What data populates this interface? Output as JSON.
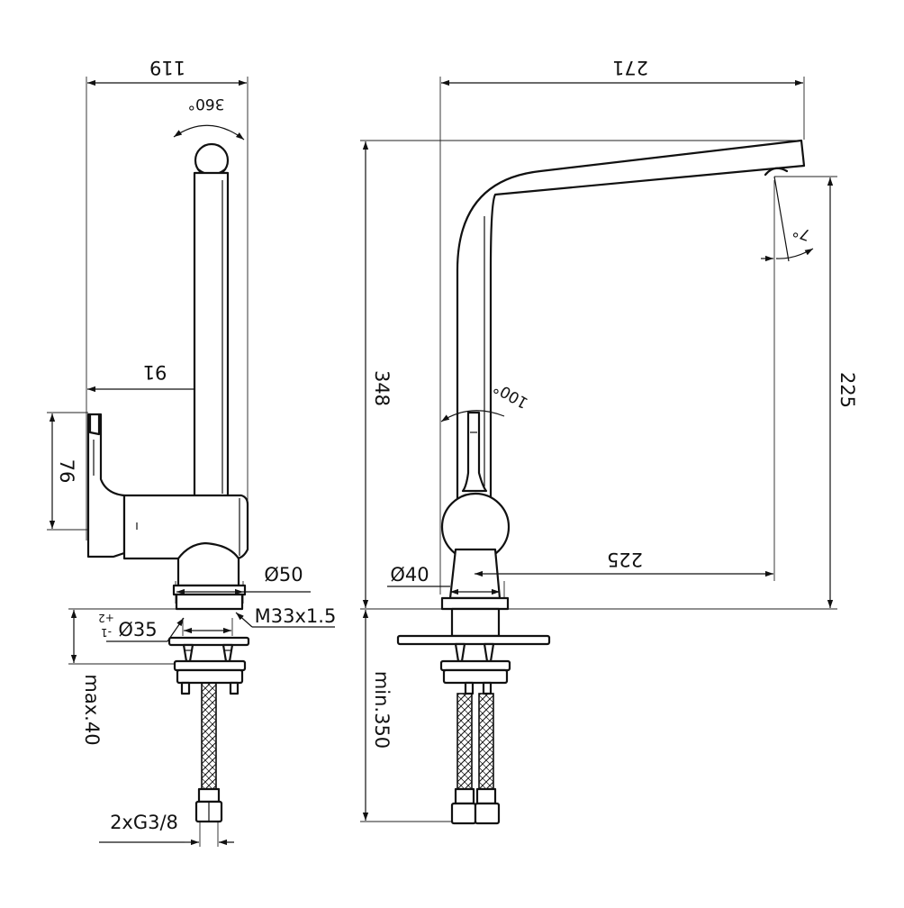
{
  "side_view": {
    "dims": {
      "width_top": "119",
      "offset": "91",
      "lever_height": "76",
      "body_diameter": "Ø50",
      "thread": "M33x1.5",
      "hole_diameter": "Ø35",
      "hole_tol_upper": "+2",
      "hole_tol_lower": "-1",
      "max_deck": "max.40",
      "connection": "2xG3/8"
    },
    "angles": {
      "swivel": "360°"
    }
  },
  "front_view": {
    "dims": {
      "reach": "271",
      "height": "348",
      "spout_height": "225",
      "lever_clearance": "225",
      "base_diameter": "Ø40",
      "hose_min": "min.350"
    },
    "angles": {
      "lever": "100°",
      "spout_tilt": "7°"
    }
  }
}
